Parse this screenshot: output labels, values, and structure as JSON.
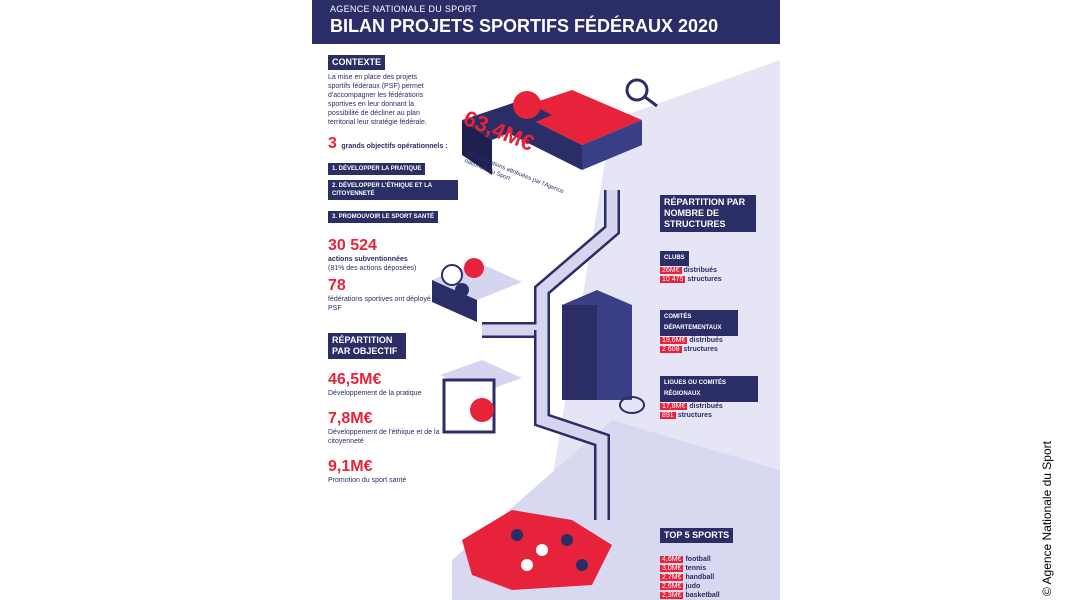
{
  "header": {
    "agency": "AGENCE NATIONALE DU SPORT",
    "title": "BILAN PROJETS SPORTIFS FÉDÉRAUX 2020"
  },
  "context": {
    "label": "CONTEXTE",
    "intro": "La mise en place des projets sportifs fédéraux (PSF) permet d'accompagner les fédérations sportives en leur donnant la possibilité de décliner au plan territorial leur stratégie fédérale.",
    "objectives_count": "3",
    "objectives_label": "grands objectifs opérationnels :",
    "objectives": [
      "1. DÉVELOPPER LA PRATIQUE",
      "2. DÉVELOPPER L'ÉTHIQUE ET LA CITOYENNETÉ",
      "3. PROMOUVOIR LE SPORT SANTÉ"
    ]
  },
  "stats": {
    "actions_value": "30 524",
    "actions_label": "actions subventionnées",
    "actions_note": "(81% des actions déposées)",
    "federations_value": "78",
    "federations_label": "fédérations sportives ont déployé leur PSF"
  },
  "objective_split": {
    "label": "RÉPARTITION PAR OBJECTIF",
    "items": [
      {
        "value": "46,5M€",
        "label": "Développement de la pratique"
      },
      {
        "value": "7,8M€",
        "label": "Développement de l'éthique et de la citoyenneté"
      },
      {
        "value": "9,1M€",
        "label": "Promotion du sport santé"
      }
    ]
  },
  "total": {
    "value": "63,4M€",
    "caption": "de subventions attribuées par l'Agence nationale du Sport"
  },
  "structures": {
    "label": "RÉPARTITION PAR NOMBRE DE STRUCTURES",
    "groups": [
      {
        "name": "CLUBS",
        "amount": "26M€",
        "amount_label": "distribués",
        "count": "10 475",
        "count_label": "structures"
      },
      {
        "name": "COMITÉS DÉPARTEMENTAUX",
        "amount": "19,6M€",
        "amount_label": "distribués",
        "count": "2 608",
        "count_label": "structures"
      },
      {
        "name": "LIGUES OU COMITÉS RÉGIONAUX",
        "amount": "17,8M€",
        "amount_label": "distribués",
        "count": "891",
        "count_label": "structures"
      }
    ]
  },
  "top_sports": {
    "label": "TOP 5 SPORTS",
    "items": [
      {
        "amount": "4,6M€",
        "sport": "football"
      },
      {
        "amount": "3,0M€",
        "sport": "tennis"
      },
      {
        "amount": "2,7M€",
        "sport": "handball"
      },
      {
        "amount": "2,6M€",
        "sport": "judo"
      },
      {
        "amount": "2,3M€",
        "sport": "basketball"
      }
    ]
  },
  "colors": {
    "navy": "#2a2d66",
    "red": "#e7233b",
    "lavender": "#c9c8ea"
  },
  "credit": "© Agence Nationale du Sport"
}
